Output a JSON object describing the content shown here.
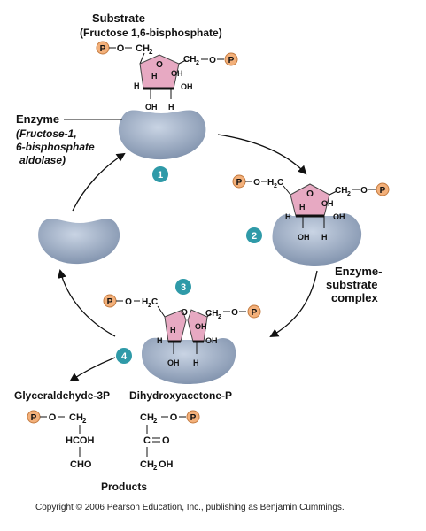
{
  "colors": {
    "enzyme": "#9fb0c8",
    "enzyme_dark": "#6f829e",
    "sugar_ring": "#e7a9c2",
    "phosphate": "#f3b07a",
    "step_badge": "#2f9aa8"
  },
  "substrate": {
    "title": "Substrate",
    "subtitle": "(Fructose 1,6-bisphosphate)"
  },
  "enzyme": {
    "title": "Enzyme",
    "name_line1": "(Fructose-1,",
    "name_line2": "6-bisphosphate",
    "name_line3": "aldolase)"
  },
  "complex_label": {
    "line1": "Enzyme-",
    "line2": "substrate",
    "line3": "complex"
  },
  "steps": [
    "1",
    "2",
    "3",
    "4"
  ],
  "chem": {
    "P": "P",
    "O": "O",
    "CH2": "CH",
    "CH2_sub": "2",
    "H2C": "H",
    "H2C_sub": "2",
    "H2C_tail": "C",
    "OH": "OH",
    "H": "H",
    "HCOH": "HCOH",
    "CHO": "CHO",
    "C": "C",
    "CH2OH": "CH",
    "CH2OH_tail": "OH"
  },
  "products": {
    "left_name": "Glyceraldehyde-3P",
    "right_name": "Dihydroxyacetone-P",
    "title": "Products"
  },
  "copyright": "Copyright © 2006 Pearson Education, Inc., publishing as Benjamin Cummings."
}
